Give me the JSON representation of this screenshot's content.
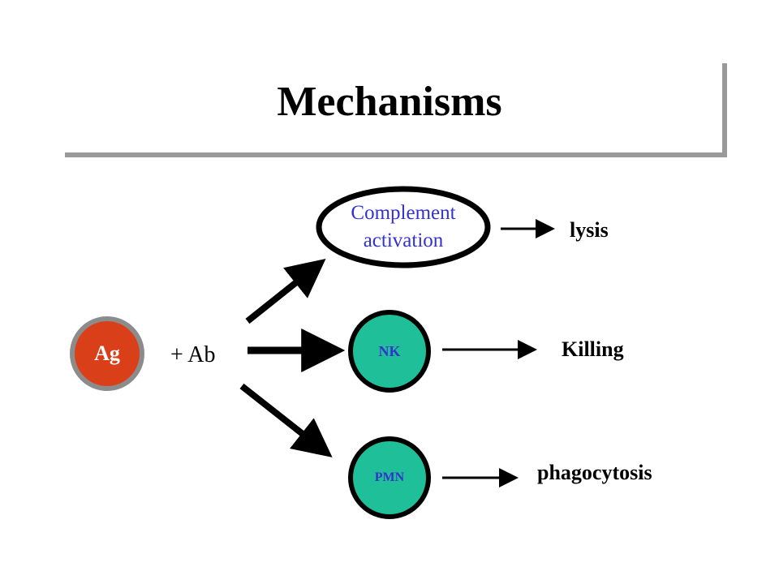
{
  "title": "Mechanisms",
  "antigen": {
    "label": "Ag",
    "fill": "#d9401a",
    "ring": "#8c8c8c"
  },
  "antibody_label": "+ Ab",
  "complement": {
    "line1": "Complement",
    "line2": "activation",
    "text_color": "#3333cc"
  },
  "nk": {
    "label": "NK",
    "fill": "#1fbf9a",
    "text_color": "#3333cc"
  },
  "pmn": {
    "label": "PMN",
    "fill": "#1fbf9a",
    "text_color": "#3333cc"
  },
  "outcomes": {
    "complement": "lysis",
    "nk": "Killing",
    "pmn": "phagocytosis"
  }
}
